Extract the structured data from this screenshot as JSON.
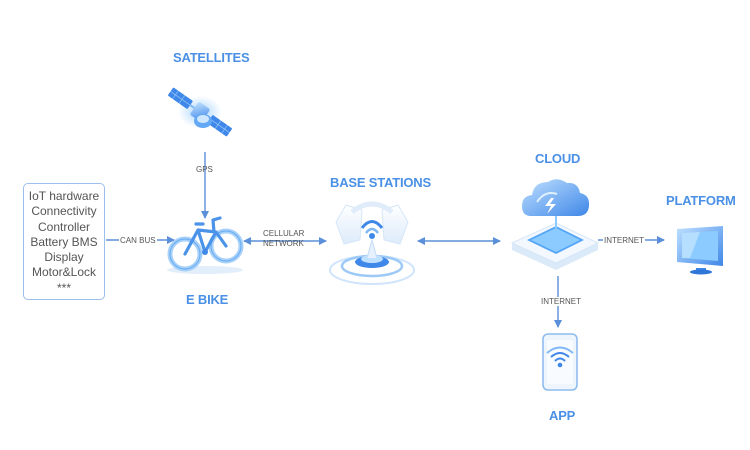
{
  "nodes": {
    "satellites": "SATELLITES",
    "base_stations": "BASE STATIONS",
    "cloud": "CLOUD",
    "platform": "PLATFORM",
    "ebike": "E BIKE",
    "app": "APP"
  },
  "links": {
    "gps": "GPS",
    "can_bus": "CAN BUS",
    "cellular": "CELLULAR",
    "network": "NETWORK",
    "internet_platform": "INTERNET",
    "internet_app": "INTERNET"
  },
  "iot_box": {
    "items": [
      "IoT hardware",
      "Connectivity",
      "Controller",
      "Battery BMS",
      "Display",
      "Motor&Lock",
      "***"
    ]
  },
  "colors": {
    "label": "#4a90e6",
    "arrow": "#5b8fd9",
    "icon_light": "#cfe6ff",
    "icon_mid": "#7fb8f5",
    "icon_dark": "#3f87e8"
  },
  "icons": [
    "satellite-icon",
    "ebike-icon",
    "base-station-icon",
    "cloud-server-icon",
    "monitor-icon",
    "smartphone-icon"
  ]
}
